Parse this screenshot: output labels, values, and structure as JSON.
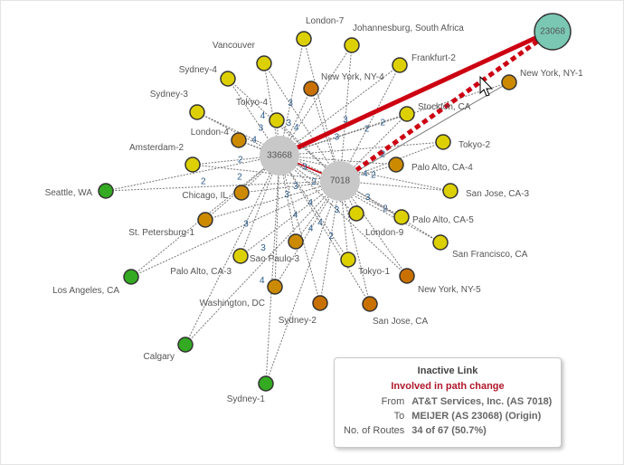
{
  "hubs": [
    {
      "id": "33668",
      "color": "#c8c8c8"
    },
    {
      "id": "7018",
      "color": "#c8c8c8"
    },
    {
      "id": "23068",
      "color": "#7ac8b4"
    }
  ],
  "colors": {
    "yellow": "#ddd000",
    "orange": "#cc8a00",
    "darkorange": "#c87000",
    "green": "#33aa22",
    "path": "#cc0011"
  },
  "nodes": [
    {
      "label": "London-7",
      "color": "yellow"
    },
    {
      "label": "Johannesburg, South Africa",
      "color": "yellow"
    },
    {
      "label": "Vancouver",
      "color": "yellow"
    },
    {
      "label": "Sydney-4",
      "color": "yellow"
    },
    {
      "label": "New York, NY-4",
      "color": "darkorange"
    },
    {
      "label": "Frankfurt-2",
      "color": "yellow"
    },
    {
      "label": "New York, NY-1",
      "color": "orange"
    },
    {
      "label": "Sydney-3",
      "color": "yellow"
    },
    {
      "label": "Tokyo-4",
      "color": "yellow"
    },
    {
      "label": "London-4",
      "color": "orange"
    },
    {
      "label": "Stockton, CA",
      "color": "yellow"
    },
    {
      "label": "Tokyo-2",
      "color": "yellow"
    },
    {
      "label": "Amsterdam-2",
      "color": "yellow"
    },
    {
      "label": "Palo Alto, CA-4",
      "color": "orange"
    },
    {
      "label": "Seattle, WA",
      "color": "green"
    },
    {
      "label": "Chicago, IL",
      "color": "orange"
    },
    {
      "label": "San Jose, CA-3",
      "color": "yellow"
    },
    {
      "label": "Palo Alto, CA-5",
      "color": "yellow"
    },
    {
      "label": "London-9",
      "color": "yellow"
    },
    {
      "label": "San Francisco, CA",
      "color": "yellow"
    },
    {
      "label": "St. Petersburg-1",
      "color": "orange"
    },
    {
      "label": "Sao Paulo-3",
      "color": "yellow"
    },
    {
      "label": "Palo Alto, CA-3",
      "color": "orange"
    },
    {
      "label": "Los Angeles, CA",
      "color": "green"
    },
    {
      "label": "Tokyo-1",
      "color": "yellow"
    },
    {
      "label": "Washington, DC",
      "color": "orange"
    },
    {
      "label": "New York, NY-5",
      "color": "darkorange"
    },
    {
      "label": "Sydney-2",
      "color": "darkorange"
    },
    {
      "label": "San Jose, CA",
      "color": "darkorange"
    },
    {
      "label": "Calgary",
      "color": "green"
    },
    {
      "label": "Sydney-1",
      "color": "green"
    }
  ],
  "edge_weights": [
    "3",
    "3",
    "4",
    "4",
    "3",
    "2",
    "2",
    "4",
    "3",
    "3",
    "3",
    "2",
    "2",
    "4",
    "2",
    "3",
    "2",
    "3",
    "2",
    "2",
    "2",
    "4",
    "3",
    "3",
    "4",
    "4",
    "3",
    "2",
    "4",
    "3",
    "4"
  ],
  "tooltip": {
    "title": "Inactive Link",
    "subtitle": "Involved in path change",
    "rows": [
      {
        "key": "From",
        "value": "AT&T Services, Inc. (AS 7018)"
      },
      {
        "key": "To",
        "value": "MEIJER (AS 23068) (Origin)"
      },
      {
        "key": "No. of Routes",
        "value": "34 of 67 (50.7%)"
      }
    ]
  }
}
